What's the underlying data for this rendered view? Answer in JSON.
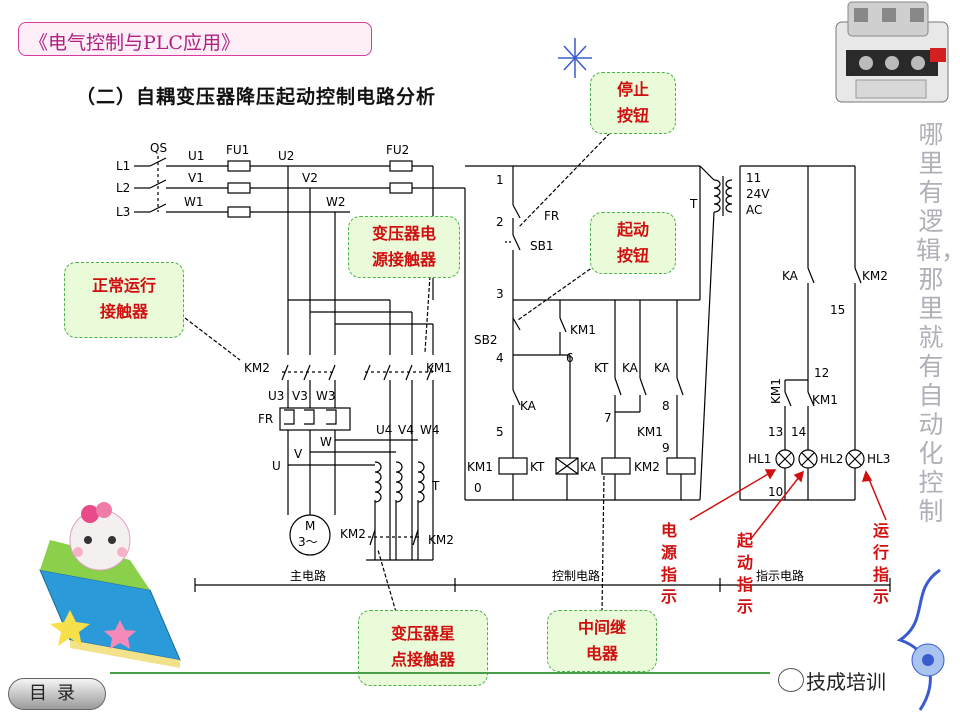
{
  "header": {
    "title": "《电气控制与PLC应用》"
  },
  "subtitle": "（二）自耦变压器降压起动控制电路分析",
  "callouts": {
    "stop_button": "停止\n按钮",
    "start_button": "起动\n按钮",
    "transformer_power_contactor": "变压器电\n源接触器",
    "normal_run_contactor": "正常运行\n接触器",
    "transformer_star_contactor": "变压器星\n点接触器",
    "intermediate_relay": "中间继\n电器"
  },
  "indicators": {
    "power": "电\n源\n指\n示",
    "start": "起\n动\n指\n示",
    "run": "运\n行\n指\n示"
  },
  "slogan": "哪里有逻辑，那里就有自动化控制",
  "sections": {
    "main": "主电路",
    "control": "控制电路",
    "indicator": "指示电路"
  },
  "labels": {
    "l1": "L1",
    "l2": "L2",
    "l3": "L3",
    "qs": "QS",
    "u1": "U1",
    "v1": "V1",
    "w1": "W1",
    "u2": "U2",
    "v2": "V2",
    "w2": "W2",
    "fu1": "FU1",
    "fu2": "FU2",
    "km2": "KM2",
    "km1": "KM1",
    "u3": "U3",
    "v3": "V3",
    "w3": "W3",
    "fr": "FR",
    "u4": "U4",
    "v4": "V4",
    "w4": "W4",
    "u": "U",
    "v": "V",
    "w": "W",
    "t": "T",
    "motor_m": "M",
    "motor_phase": "3～",
    "km2_star_a": "KM2",
    "km2_star_b": "KM2",
    "n1": "1",
    "n2": "2",
    "fr_ctrl": "FR",
    "sb1": "SB1",
    "n3": "3",
    "sb2": "SB2",
    "n4": "4",
    "km1_aux": "KM1",
    "n6": "6",
    "ka": "KA",
    "n5": "5",
    "kt_contact": "KT",
    "ka_c1": "KA",
    "ka_c2": "KA",
    "n7": "7",
    "n8": "8",
    "km1_c": "KM1",
    "n9": "9",
    "coil_km1": "KM1",
    "coil_kt": "KT",
    "coil_ka": "KA",
    "coil_km2": "KM2",
    "n0": "0",
    "t_ctrl": "T",
    "n11": "11",
    "v24": "24V",
    "ac": "AC",
    "ka_ind": "KA",
    "km2_ind": "KM2",
    "n15": "15",
    "n12": "12",
    "km1_ind_a": "KM1",
    "km1_ind_b": "KM1",
    "n13": "13",
    "n14": "14",
    "hl1": "HL1",
    "hl2": "HL2",
    "hl3": "HL3",
    "n10": "10"
  },
  "buttons": {
    "toc": "目录"
  },
  "watermark": "技成培训",
  "colors": {
    "accent": "#d83aa0",
    "callout_bg": "#e9fbd8",
    "callout_border": "#4caf50",
    "annotation": "#d01010",
    "line": "#000000"
  }
}
